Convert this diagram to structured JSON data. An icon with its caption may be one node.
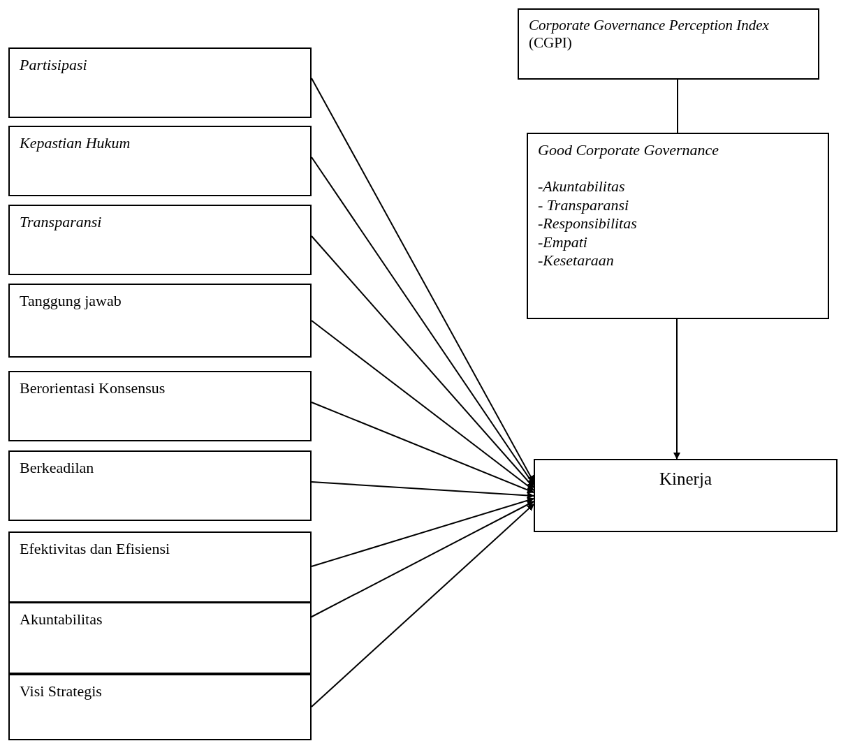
{
  "diagram": {
    "nodes": [
      {
        "text": [
          "Partisipasi"
        ]
      },
      {
        "text": [
          "Kepastian Hukum"
        ]
      },
      {
        "text": [
          "Transparansi"
        ]
      },
      {
        "text": [
          "Tanggung jawab"
        ]
      },
      {
        "text": [
          "Berorientasi Konsensus"
        ]
      },
      {
        "text": [
          "Berkeadilan"
        ]
      },
      {
        "text": [
          "Efektivitas dan Efisiensi"
        ]
      },
      {
        "text": [
          "Akuntabilitas"
        ]
      },
      {
        "text": [
          "Visi Strategis"
        ]
      },
      {
        "text": [
          "*Corporate Governance Perception Index* (CGPI)"
        ]
      },
      {
        "text": [
          "Good Corporate Governance",
          "-Akuntabilitas",
          "- Transparansi",
          "-Responsibilitas",
          "-Empati",
          "-Kesetaraan"
        ]
      },
      {
        "text": [
          "Kinerja"
        ]
      }
    ],
    "edges": [
      {
        "from": 0,
        "to": 11,
        "arrow": "to"
      },
      {
        "from": 1,
        "to": 11,
        "arrow": "to"
      },
      {
        "from": 2,
        "to": 11,
        "arrow": "to"
      },
      {
        "from": 3,
        "to": 11,
        "arrow": "to"
      },
      {
        "from": 4,
        "to": 11,
        "arrow": "to"
      },
      {
        "from": 5,
        "to": 11,
        "arrow": "to"
      },
      {
        "from": 6,
        "to": 11,
        "arrow": "to"
      },
      {
        "from": 7,
        "to": 11,
        "arrow": "to"
      },
      {
        "from": 8,
        "to": 11,
        "arrow": "to"
      },
      {
        "from": 9,
        "to": 10,
        "arrow": "none"
      },
      {
        "from": 10,
        "to": 11,
        "arrow": "to"
      }
    ]
  }
}
